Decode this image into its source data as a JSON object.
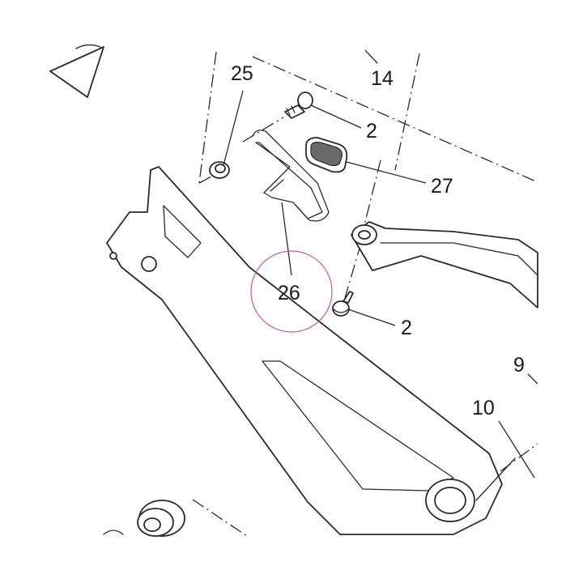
{
  "callouts": {
    "c25": "25",
    "c14": "14",
    "c2_upper": "2",
    "c27": "27",
    "c26": "26",
    "c2_lower": "2",
    "c9": "9",
    "c10": "10"
  },
  "highlight": {
    "color": "#c8607a",
    "target": "26"
  }
}
